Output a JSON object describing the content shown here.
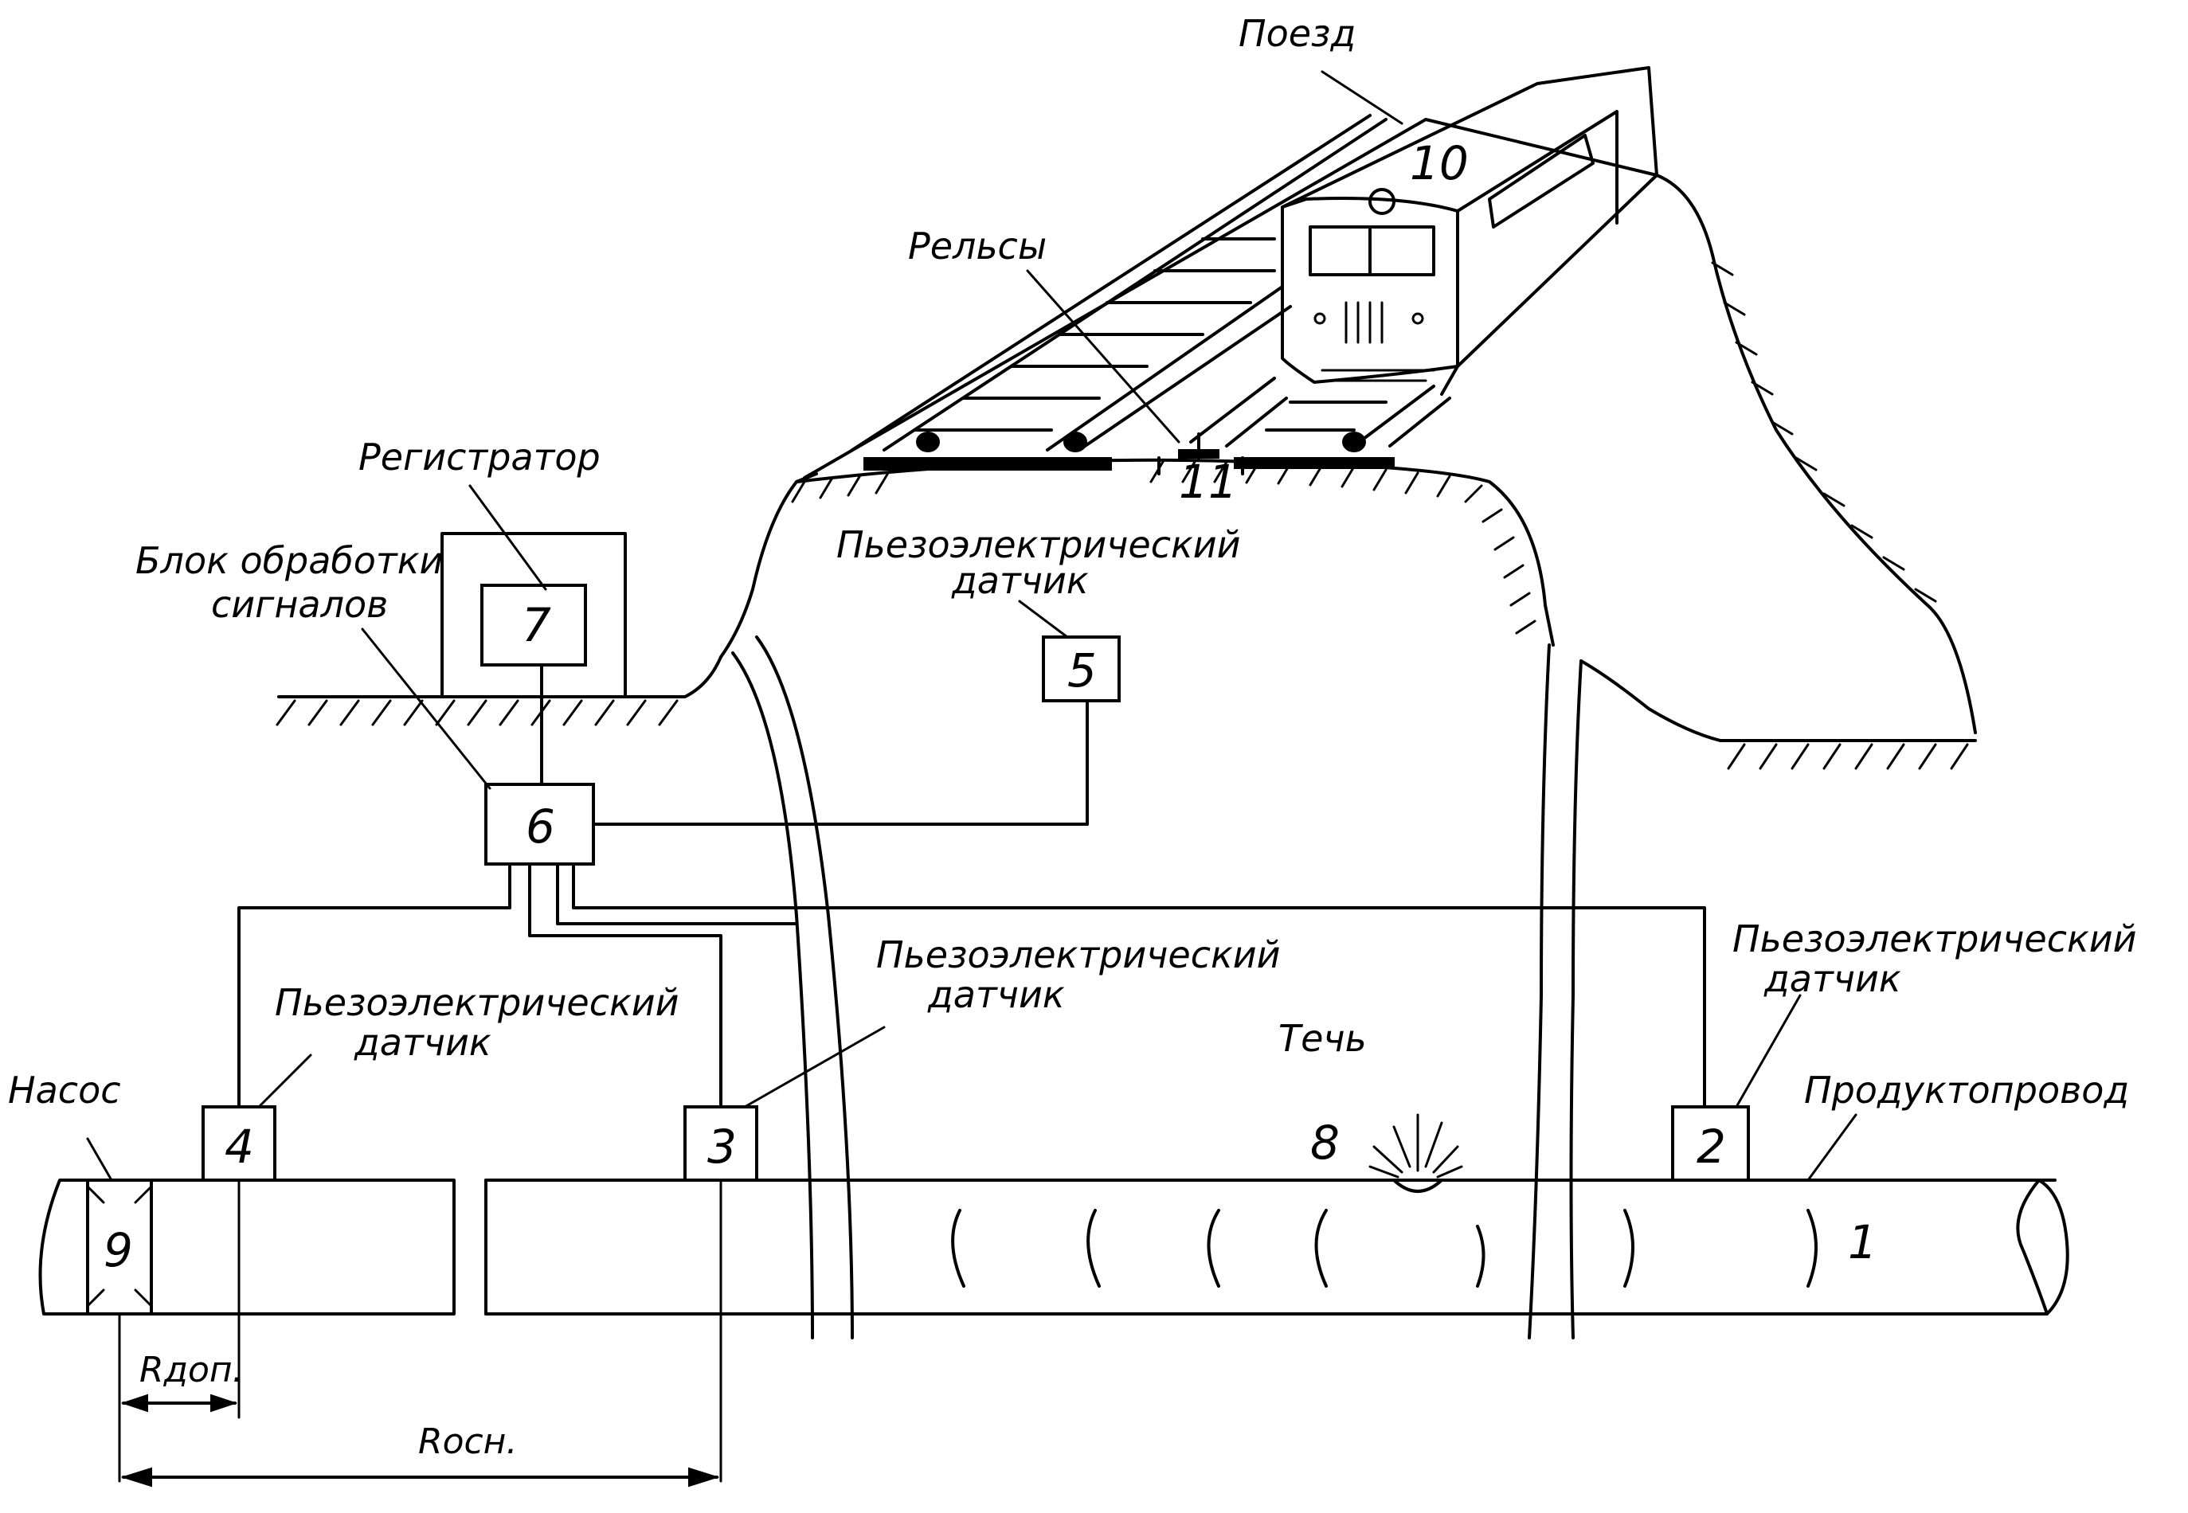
{
  "labels": {
    "train": "Поезд",
    "rails": "Рельсы",
    "recorder": "Регистратор",
    "processing_block_line1": "Блок обработки",
    "processing_block_line2": "сигналов",
    "sensor_top_line1": "Пьезоэлектрический",
    "sensor_top_line2": "датчик",
    "sensor_left_line1": "Пьезоэлектрический",
    "sensor_left_line2": "датчик",
    "sensor_mid_line1": "Пьезоэлектрический",
    "sensor_mid_line2": "датчик",
    "sensor_right_line1": "Пьезоэлектрический",
    "sensor_right_line2": "датчик",
    "pump": "Насос",
    "leak": "Течь",
    "pipeline": "Продуктопровод",
    "r_add": "Rдоп.",
    "r_main": "Rосн."
  },
  "numbers": {
    "pipeline": "1",
    "sensor_right": "2",
    "sensor_mid": "3",
    "sensor_left": "4",
    "sensor_top": "5",
    "processing_block": "6",
    "recorder": "7",
    "leak": "8",
    "pump": "9",
    "train": "10",
    "rail_gap": "11"
  }
}
